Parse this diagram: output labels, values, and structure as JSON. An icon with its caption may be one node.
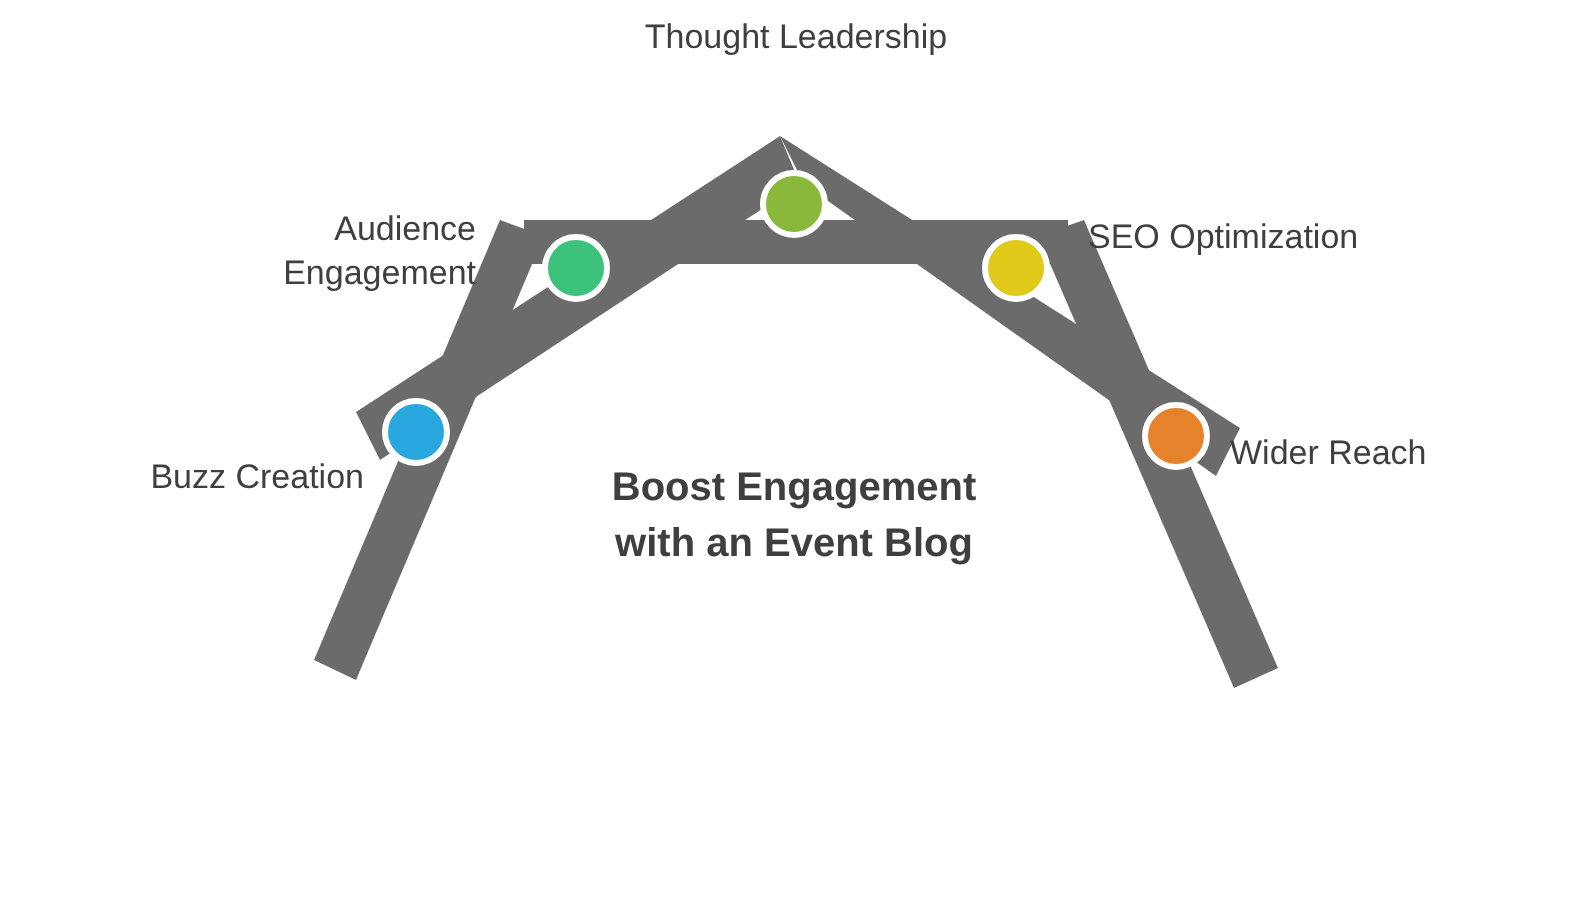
{
  "diagram": {
    "title": "Boost Engagement with an Event Blog",
    "nodes": [
      {
        "text": [],
        "shape": "circle",
        "beside": [
          "Buzz Creation"
        ]
      },
      {
        "text": [],
        "shape": "circle",
        "beside": [
          "Audience Engagement"
        ]
      },
      {
        "text": [],
        "shape": "circle",
        "beside": [
          "Thought Leadership"
        ]
      },
      {
        "text": [],
        "shape": "circle",
        "beside": [
          "SEO Optimization"
        ]
      },
      {
        "text": [],
        "shape": "circle",
        "beside": [
          "Wider Reach"
        ]
      }
    ]
  }
}
